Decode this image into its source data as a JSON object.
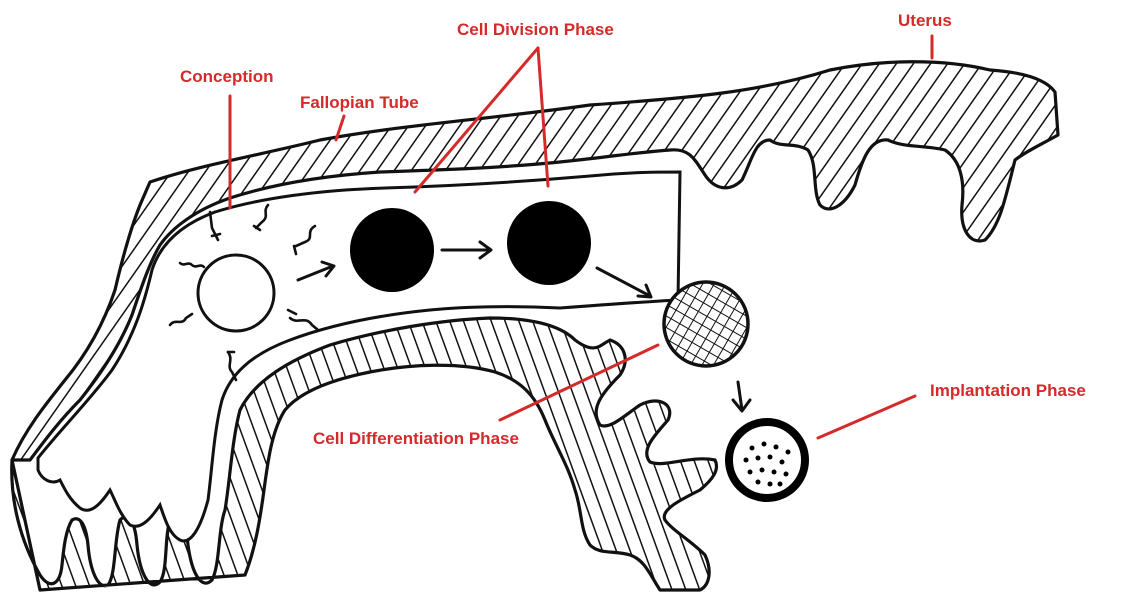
{
  "labels": {
    "uterus": "Uterus",
    "cell_division": "Cell Division Phase",
    "conception": "Conception",
    "fallopian_tube": "Fallopian Tube",
    "cell_differentiation": "Cell Differentiation Phase",
    "implantation": "Implantation Phase"
  },
  "colors": {
    "label": "#d42a2a",
    "outline": "#111111"
  }
}
